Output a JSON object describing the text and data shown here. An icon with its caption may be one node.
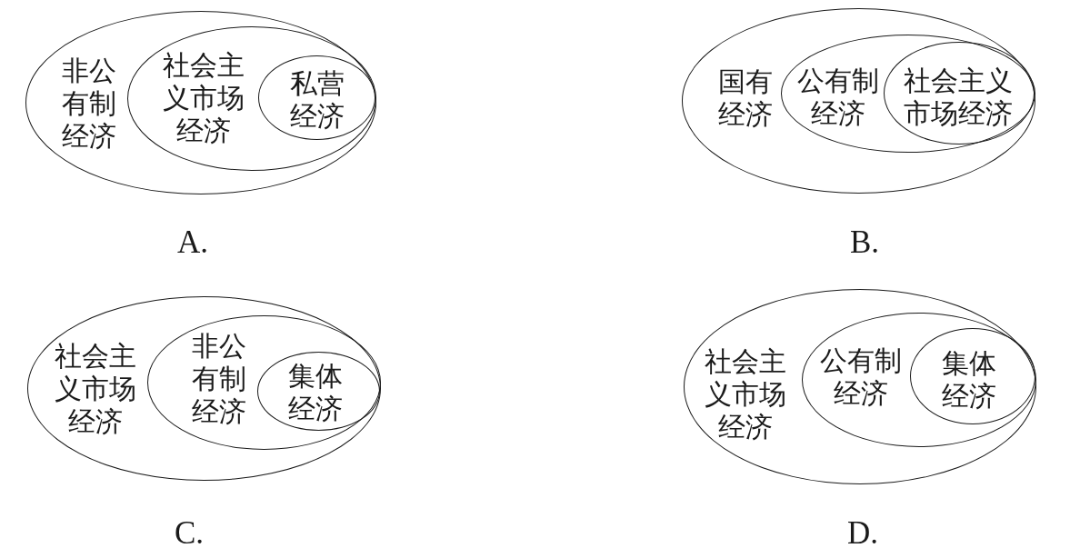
{
  "diagram": {
    "nodes": [
      {
        "text": [
          "非公有制经济"
        ]
      },
      {
        "text": [
          "社会主义市场经济"
        ],
        "in": 0
      },
      {
        "text": [
          "私营经济"
        ],
        "in": 1
      },
      {
        "text": [
          "国有经济"
        ]
      },
      {
        "text": [
          "公有制经济"
        ],
        "in": 3
      },
      {
        "text": [
          "社会主义市场经济"
        ],
        "in": 4
      },
      {
        "text": [
          "社会主义市场经济"
        ]
      },
      {
        "text": [
          "非公有制经济"
        ],
        "in": 6
      },
      {
        "text": [
          "集体经济"
        ],
        "in": 7
      },
      {
        "text": [
          "社会主义市场经济"
        ]
      },
      {
        "text": [
          "公有制经济"
        ],
        "in": 9
      },
      {
        "text": [
          "集体经济"
        ],
        "in": 10
      }
    ],
    "labels": [
      "A.",
      "B.",
      "C.",
      "D."
    ]
  }
}
